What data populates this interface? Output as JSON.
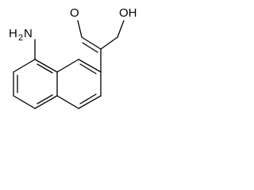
{
  "molecule": {
    "labels": {
      "amine_h": "H",
      "amine_sub": "2",
      "amine_n": "N",
      "carbonyl_o": "O",
      "hydroxyl": "OH"
    },
    "colors": {
      "bond": "#000000",
      "text": "#000000",
      "background": "#ffffff"
    }
  }
}
